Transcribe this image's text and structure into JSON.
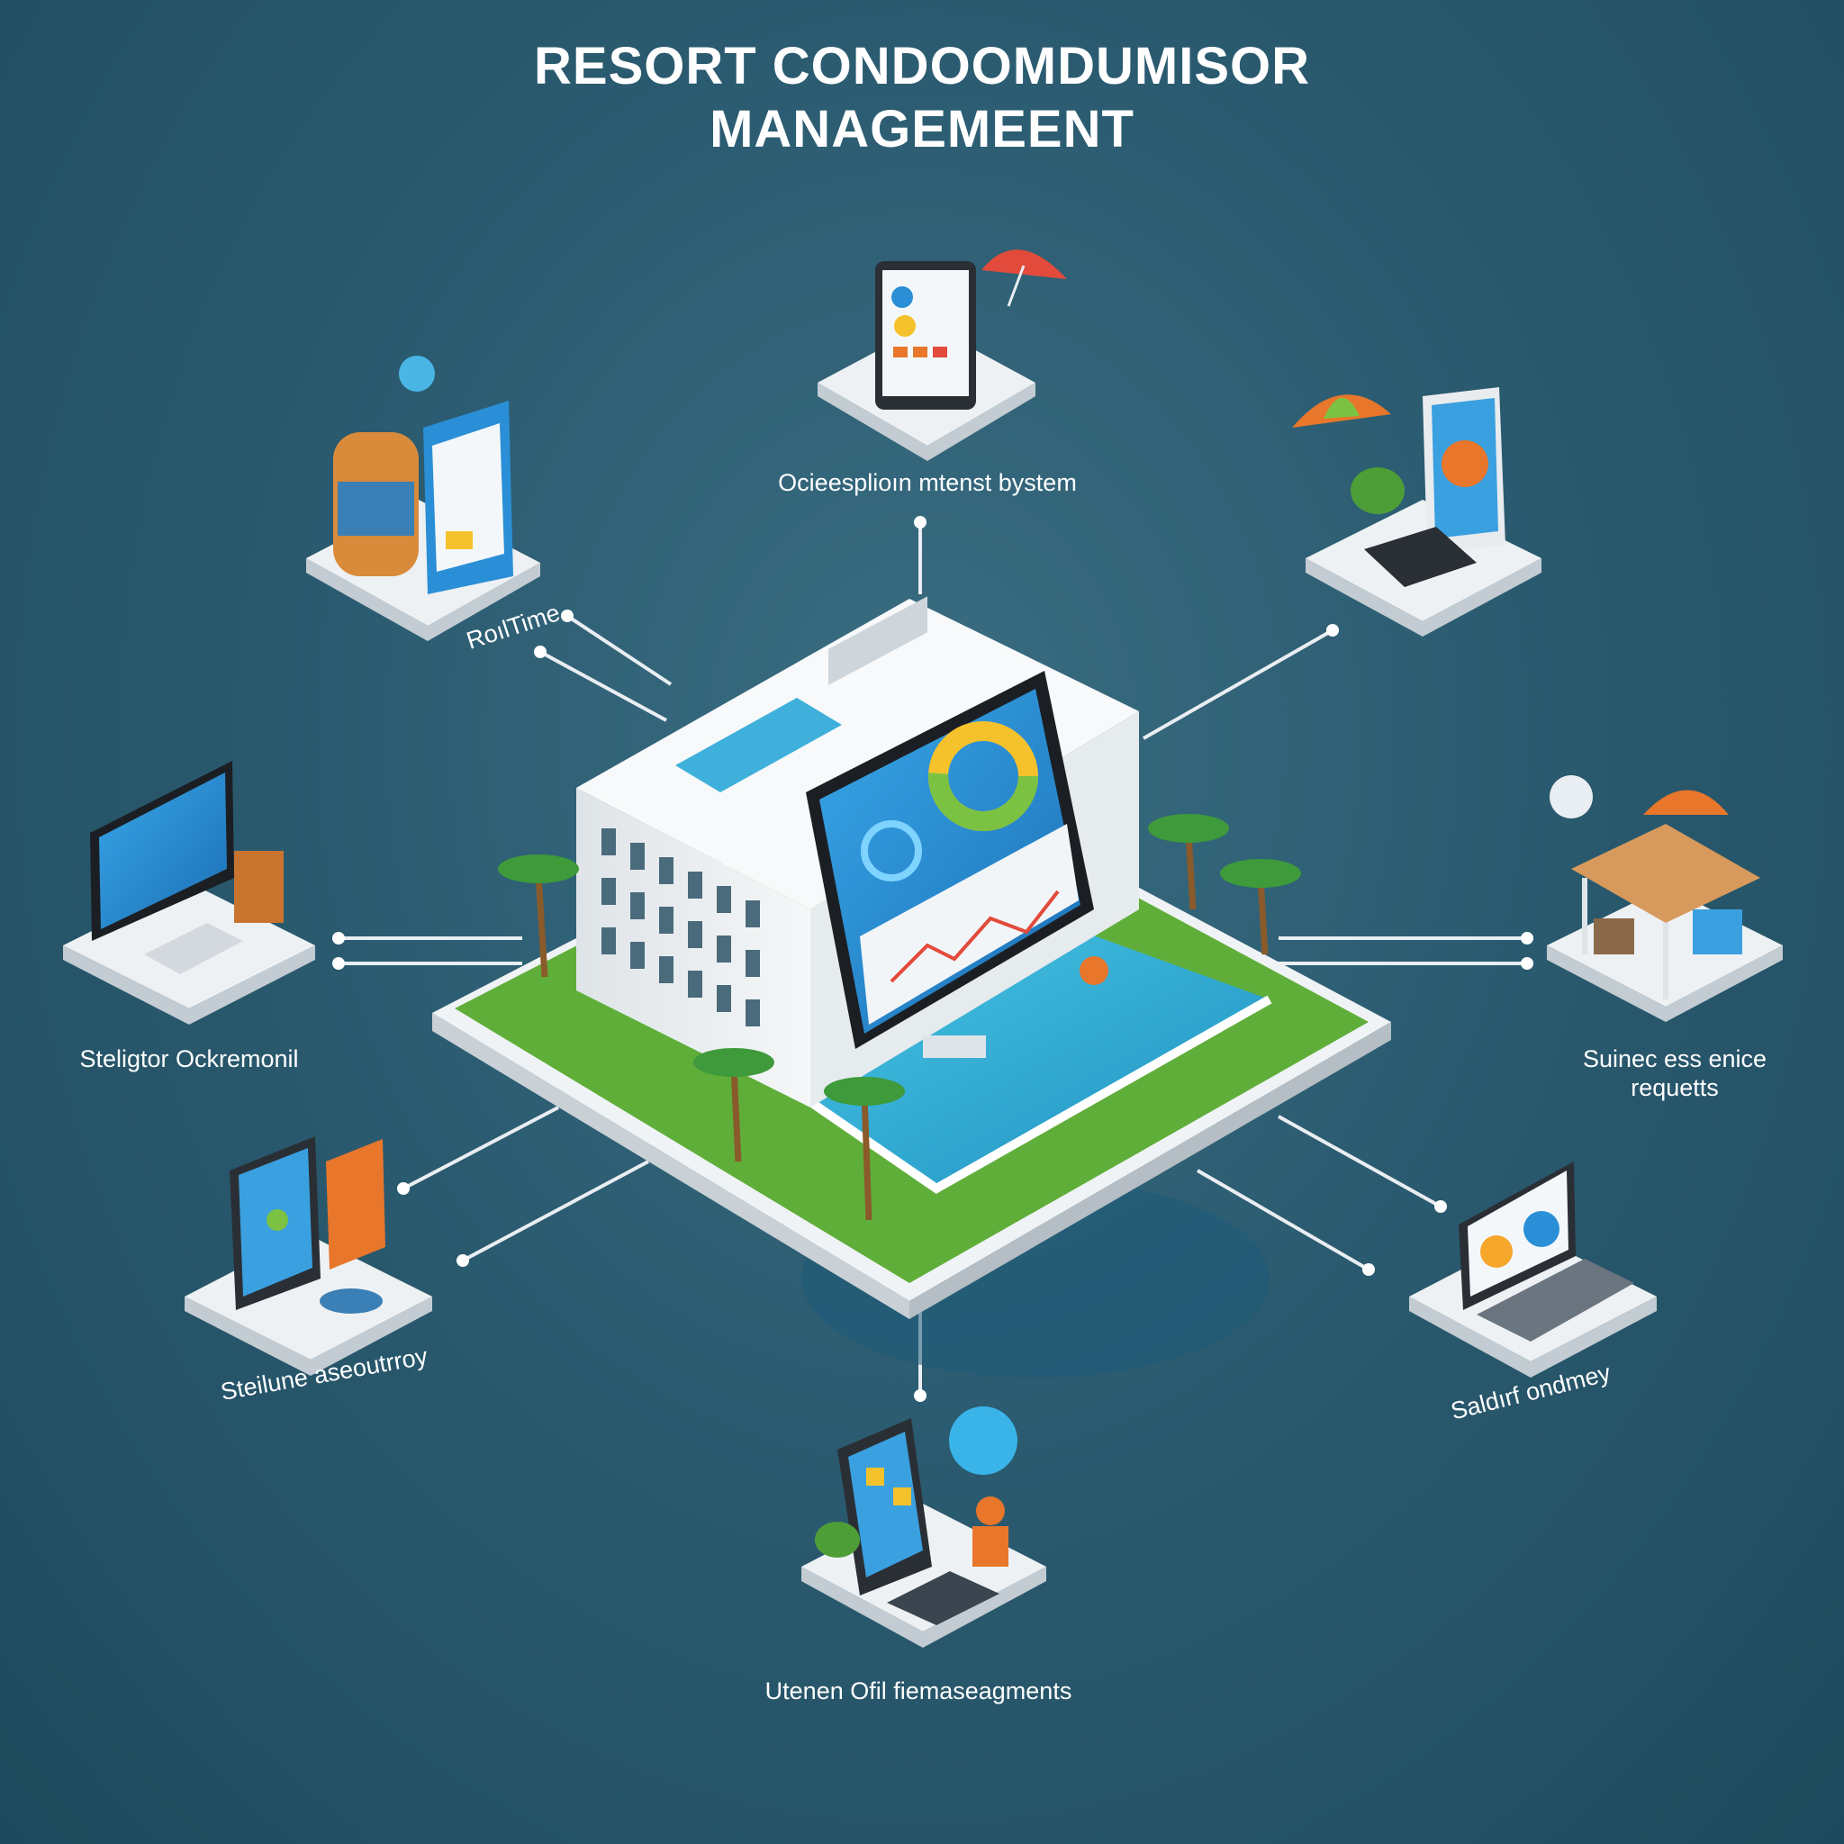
{
  "title": {
    "line1": "RESORT CONDOOMDUMISOR",
    "line2": "MANAGEMEENT"
  },
  "modules": {
    "top": {
      "label": "Ocieesplioın mtenst bystem",
      "icon": "tablet-umbrella-icon"
    },
    "top_left": {
      "label": "RoılTime",
      "icon": "storage-tank-document-icon"
    },
    "top_right": {
      "label": "",
      "icon": "phone-plant-umbrella-icon"
    },
    "left": {
      "label": "Steligtor Ockremonil",
      "icon": "desktop-monitor-icon"
    },
    "right": {
      "label_line1": "Suinec ess enice",
      "label_line2": "requetts",
      "icon": "desk-umbrella-icon"
    },
    "bottom_left": {
      "label": "Steilune  aseoutrroy",
      "icon": "tablet-card-icon"
    },
    "bottom_right": {
      "label": "Saldırf ondmey",
      "icon": "laptop-icon"
    },
    "bottom": {
      "label": "Utenen Ofil fiemaseagments",
      "icon": "phone-chat-icon"
    }
  },
  "colors": {
    "background": "#2b5b70",
    "platform": "#eef1f3",
    "screen": "#2a8fd6",
    "accent_orange": "#e8762b",
    "accent_green": "#7cc242",
    "pool": "#2fb3d8",
    "grass": "#5fae3a"
  }
}
